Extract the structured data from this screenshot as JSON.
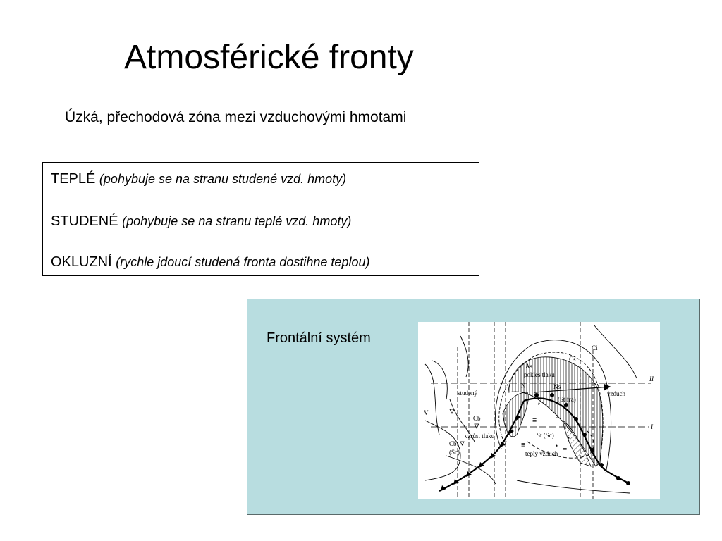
{
  "slide": {
    "title": "Atmosférické fronty",
    "subtitle": "Úzká, přechodová zóna mezi vzduchovými hmotami"
  },
  "front_types": [
    {
      "name": "TEPLÉ",
      "description": "(pohybuje se na stranu studené vzd. hmoty)"
    },
    {
      "name": "STUDENÉ",
      "description": "(pohybuje se na stranu teplé vzd. hmoty)"
    },
    {
      "name": "OKLUZNÍ",
      "description": "(rychle jdoucí studená fronta dostihne teplou)"
    }
  ],
  "diagram": {
    "label": "Frontální systém",
    "labels": {
      "ci": "Ci",
      "cs": "Cs",
      "as": "As",
      "pokles_tlaku": "pokles tlaku",
      "n": "N",
      "ns": "Ns",
      "st_fra": "(St fra)",
      "vzduch": "vzduch",
      "line_ii": "II",
      "line_i": "I",
      "studeny": "studený",
      "v": "V",
      "cb": "Cb",
      "cb2": "Cb",
      "sc": "(Sc)",
      "vzrust_tlaku": "vzrůst tlaku",
      "st_sc": "St (Sc)",
      "teply_vzduch": "teplý vzduch"
    }
  }
}
